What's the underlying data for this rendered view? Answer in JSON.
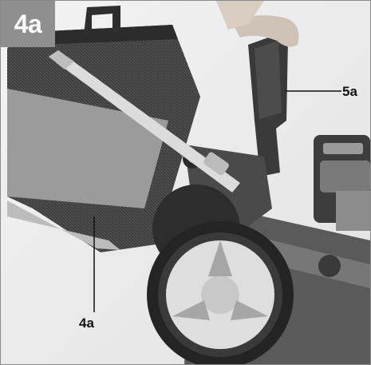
{
  "step_badge": {
    "text": "4a",
    "bg_color": "#8f8f8f",
    "text_color": "#ffffff"
  },
  "callouts": {
    "label_5a": "5a",
    "label_4a": "4a"
  },
  "colors": {
    "background": "#ececec",
    "catcher_dark": "#3a3a3a",
    "catcher_light": "#9b9b9b",
    "handle_light": "#d8d8d8",
    "wheel_hub": "#e0e0e0",
    "tire": "#2a2a2a"
  }
}
